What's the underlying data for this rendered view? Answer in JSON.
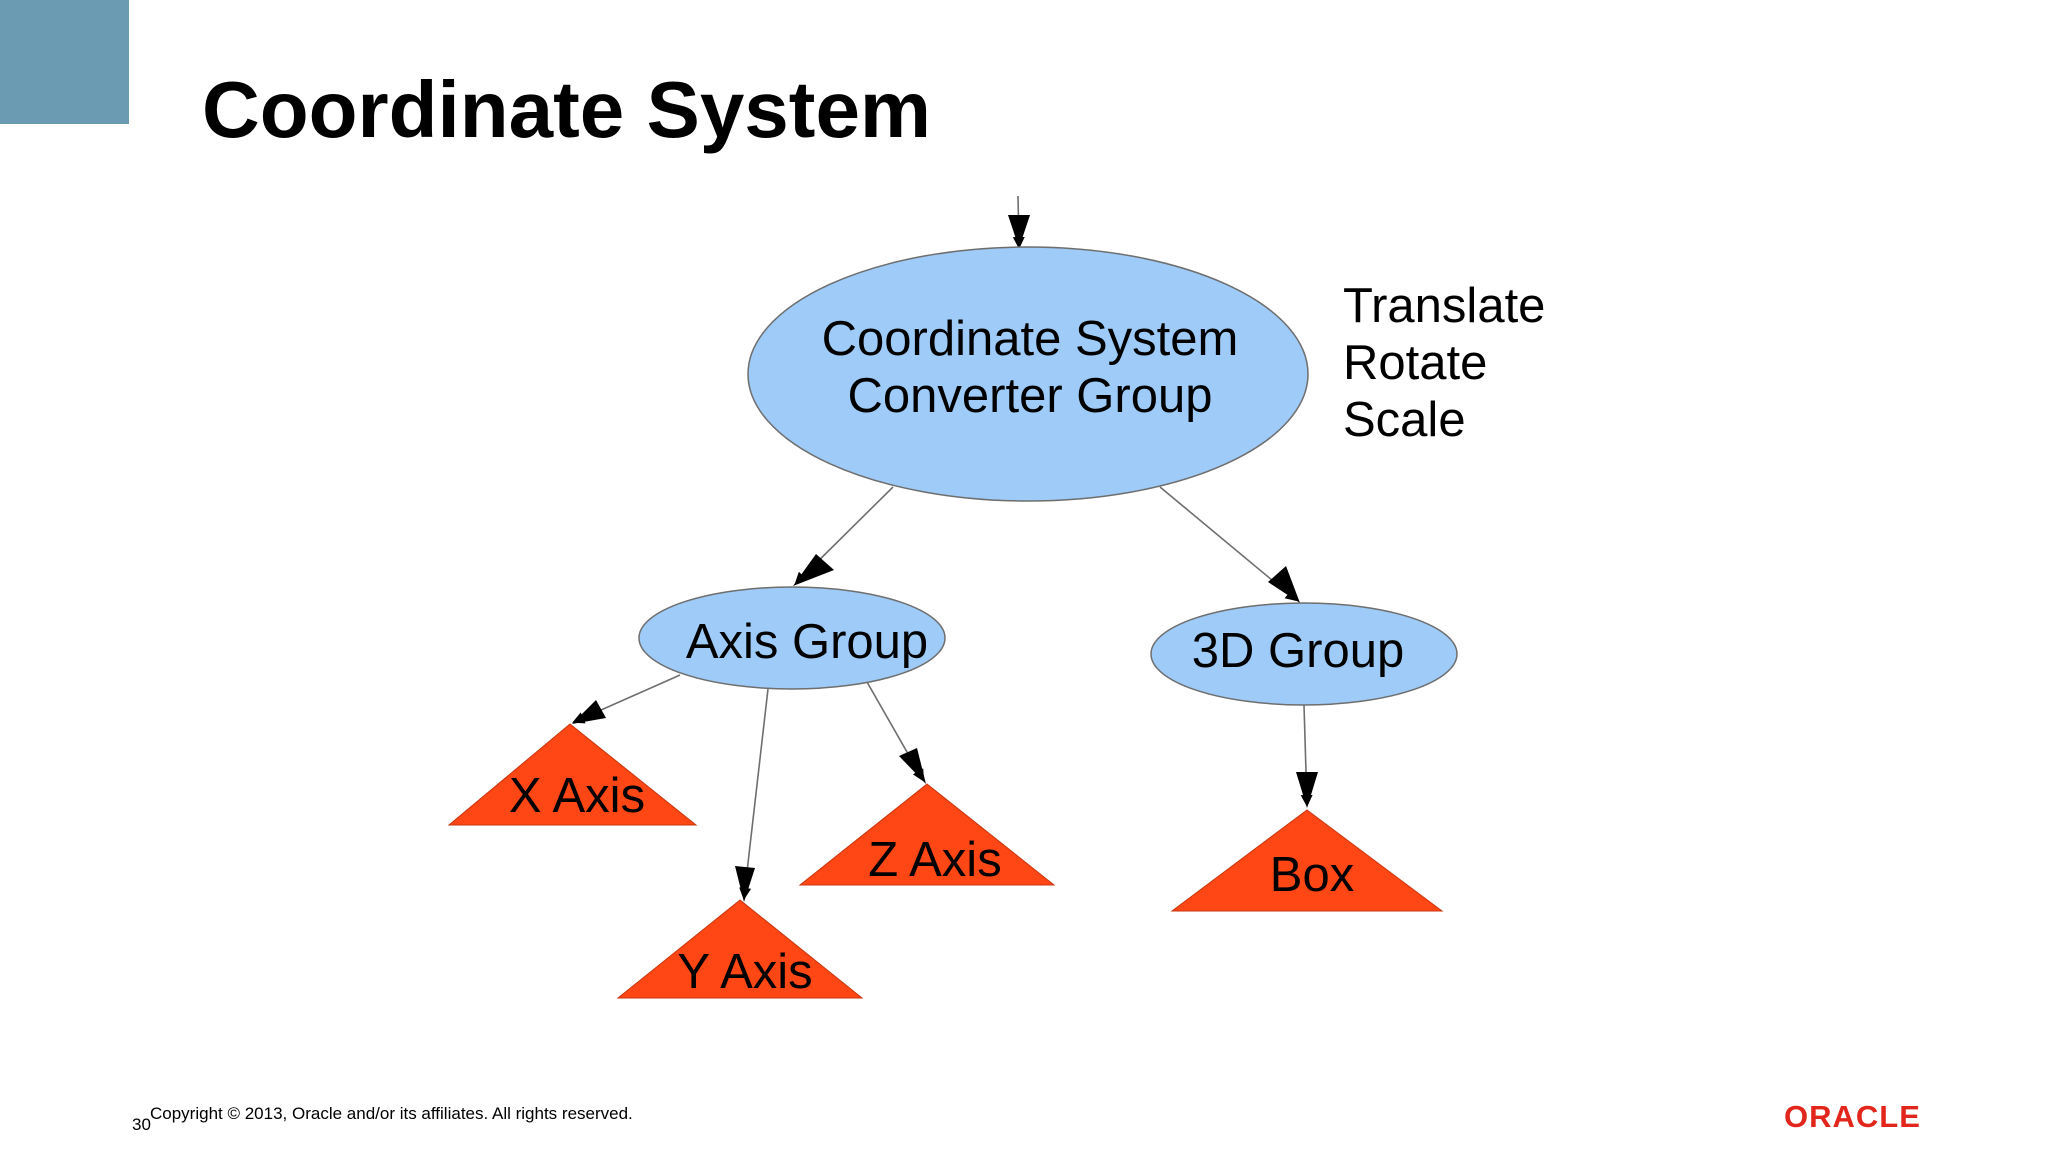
{
  "slide": {
    "title": "Coordinate System",
    "page_number": "30",
    "copyright": "Copyright © 2013, Oracle and/or its affiliates. All rights reserved.",
    "logo_text": "ORACLE"
  },
  "diagram": {
    "root": {
      "label_line1": "Coordinate System",
      "label_line2": "Converter Group"
    },
    "transforms": [
      "Translate",
      "Rotate",
      "Scale"
    ],
    "groups": {
      "axis_group": "Axis Group",
      "three_d_group": "3D Group"
    },
    "leaves": {
      "x_axis": "X Axis",
      "y_axis": "Y Axis",
      "z_axis": "Z Axis",
      "box": "Box"
    }
  },
  "colors": {
    "accent": "#6b9bb3",
    "node_fill": "#9ecbf7",
    "leaf_fill": "#ff4615",
    "brand": "#e2261c"
  }
}
